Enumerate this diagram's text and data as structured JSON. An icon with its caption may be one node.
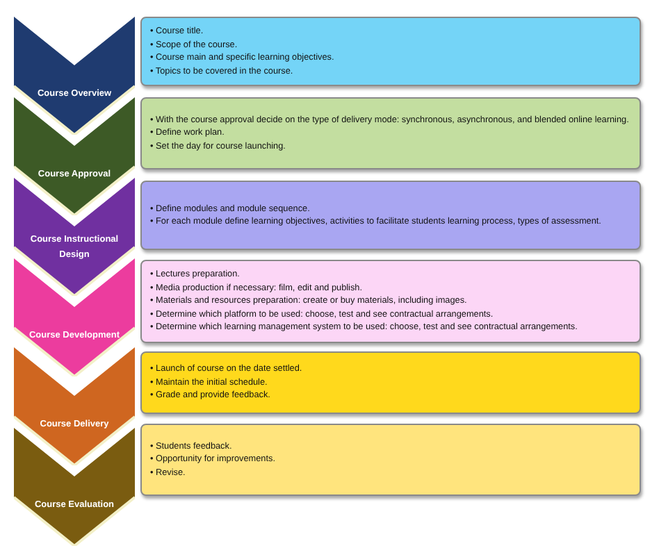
{
  "diagram": {
    "nodes": [
      {
        "text": [
          "Course Overview"
        ]
      },
      {
        "text": [
          "• Course title.",
          "• Scope of the course.",
          "• Course main and specific learning objectives.",
          "• Topics to be covered in the course."
        ]
      },
      {
        "text": [
          "Course Approval"
        ]
      },
      {
        "text": [
          "• With the course approval decide on the type of delivery mode: synchronous, asynchronous, and blended online learning.",
          "• Define work plan.",
          "• Set the day for course launching."
        ]
      },
      {
        "text": [
          "Course Instructional Design"
        ]
      },
      {
        "text": [
          "• Define modules and module sequence.",
          "• For each module define learning objectives, activities to facilitate students learning process, types of assessment."
        ]
      },
      {
        "text": [
          "Course Development"
        ]
      },
      {
        "text": [
          "• Lectures preparation.",
          "• Media production if necessary: film, edit and publish.",
          "• Materials and resources preparation: create or buy materials, including images.",
          "• Determine which platform to be used: choose, test and see contractual arrangements.",
          "• Determine which learning management system to be used: choose, test and see contractual arrangements."
        ]
      },
      {
        "text": [
          "Course Delivery"
        ]
      },
      {
        "text": [
          "• Launch of course on the date settled.",
          "• Maintain the initial schedule.",
          "• Grade and provide feedback."
        ]
      },
      {
        "text": [
          "Course Evaluation"
        ]
      },
      {
        "text": [
          "• Students feedback.",
          "• Opportunity for improvements.",
          "• Revise."
        ]
      }
    ]
  }
}
